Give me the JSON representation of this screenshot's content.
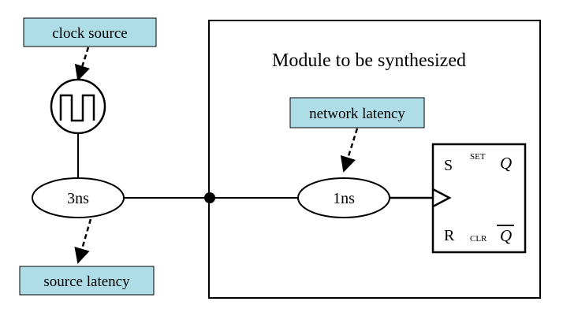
{
  "labels": {
    "clock_source": "clock source",
    "source_latency": "source latency",
    "network_latency": "network latency",
    "module_title": "Module to be synthesized"
  },
  "delays": {
    "source": "3ns",
    "network": "1ns"
  },
  "flipflop": {
    "s": "S",
    "set": "SET",
    "q": "Q",
    "r": "R",
    "clr": "CLR",
    "qbar": "Q"
  },
  "colors": {
    "label_fill": "#aedde7",
    "stroke": "#000000",
    "background": "#ffffff"
  },
  "icons": {
    "clock": "square-wave-clock-icon"
  }
}
